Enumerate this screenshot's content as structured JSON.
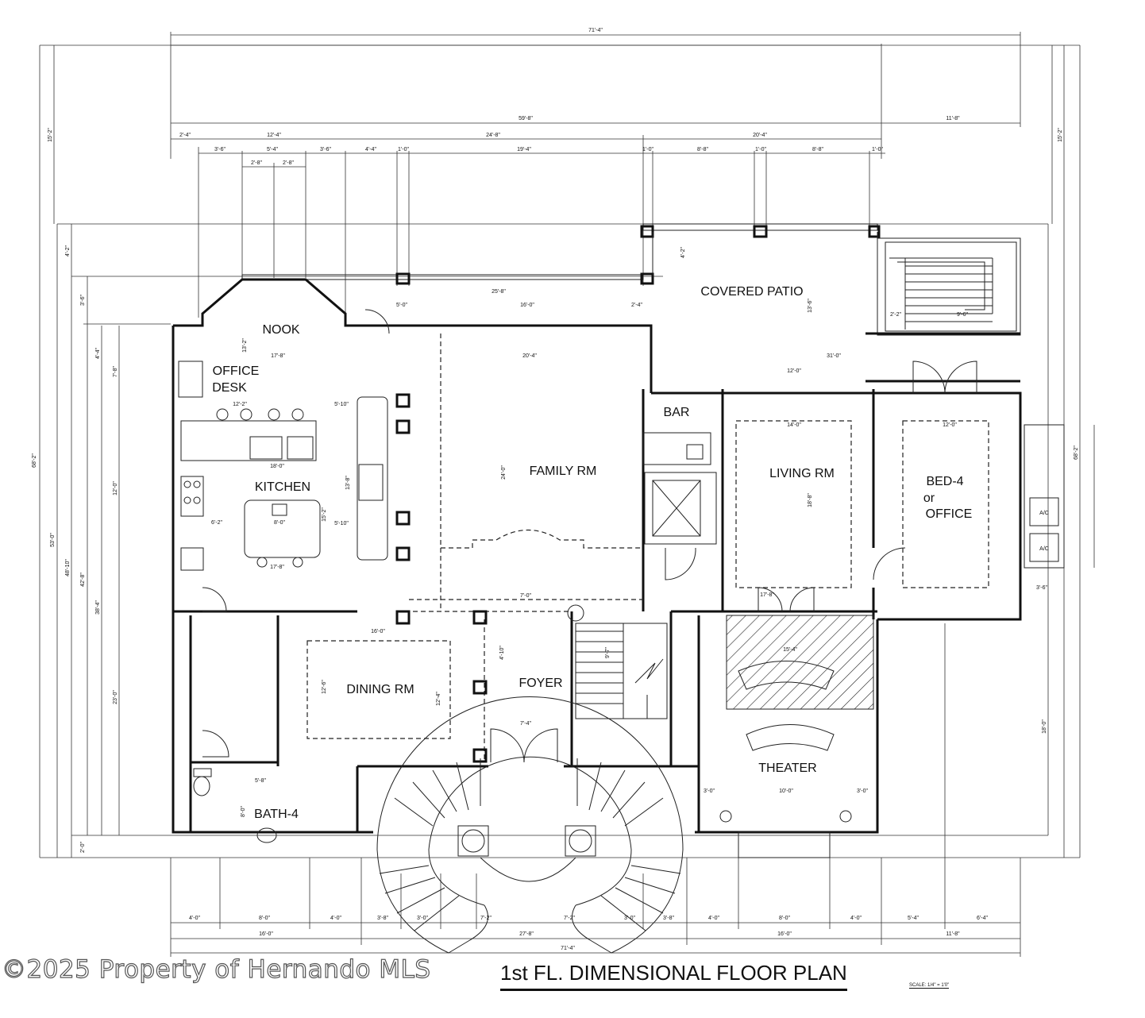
{
  "drawing": {
    "title": "1st FL. DIMENSIONAL FLOOR PLAN",
    "scale": "SCALE: 1/4\" = 1'0\"",
    "watermark": "©2025 Property of Hernando MLS"
  },
  "rooms": {
    "covered_patio": "COVERED PATIO",
    "nook": "NOOK",
    "office_desk_line1": "OFFICE",
    "office_desk_line2": "DESK",
    "kitchen": "KITCHEN",
    "family_rm": "FAMILY RM",
    "bar": "BAR",
    "living_rm": "LIVING RM",
    "bed4_line1": "BED-4",
    "bed4_line2": "or",
    "bed4_line3": "OFFICE",
    "dining_rm": "DINING RM",
    "foyer": "FOYER",
    "theater": "THEATER",
    "bath4": "BATH-4"
  },
  "dimensions": {
    "overall_width_top": "71'-4\"",
    "overall_width_bottom": "71'-4\"",
    "patio_span": "59'-8\"",
    "right_wing": "11'-8\"",
    "top_a": "2'-4\"",
    "top_b": "12'-4\"",
    "top_c": "24'-8\"",
    "top_d": "20'-4\"",
    "top_e": "3'-6\"",
    "top_f": "5'-4\"",
    "top_g": "3'-6\"",
    "top_h": "4'-4\"",
    "top_i": "1'-0\"",
    "top_j": "19'-4\"",
    "top_k": "1'-0\"",
    "top_l": "8'-8\"",
    "top_m": "1'-0\"",
    "top_n": "8'-8\"",
    "top_o": "1'-0\"",
    "top_p": "2'-8\"",
    "top_q": "2'-8\"",
    "overall_depth_left": "68'-2\"",
    "overall_depth_right": "68'-2\"",
    "left_15_2": "15'-2\"",
    "right_15_2": "15'-2\"",
    "left_53": "53'-0\"",
    "left_48_10": "48'-10\"",
    "left_42_8": "42'-8\"",
    "left_38_4": "38'-4\"",
    "left_23": "23'-0\"",
    "left_12": "12'-0\"",
    "left_7_8": "7'-8\"",
    "left_4_4": "4'-4\"",
    "left_4_2": "4'-2\"",
    "left_3_6": "3'-6\"",
    "left_2_0": "2'-0\"",
    "nook_25_8": "25'-8\"",
    "nook_17_8": "17'-8\"",
    "nook_13_2": "13'-2\"",
    "family_20_4": "20'-4\"",
    "family_24": "24'-0\"",
    "family_16": "16'-0\"",
    "family_5": "5'-0\"",
    "family_2_4": "2'-4\"",
    "patio_31": "31'-0\"",
    "patio_13_6": "13'-6\"",
    "patio_4_2": "4'-2\"",
    "living_14": "14'-0\"",
    "living_18_8": "18'-8\"",
    "living_12": "12'-0\"",
    "living_17_8": "17'-8\"",
    "bed_12": "12'-0\"",
    "bed_3_6": "3'-6\"",
    "stair_9_6": "9'-6\"",
    "stair_2_2": "2'-2\"",
    "kitchen_12_2": "12'-2\"",
    "kitchen_18": "18'-0\"",
    "kitchen_6_2": "6'-2\"",
    "kitchen_8": "8'-0\"",
    "kitchen_17_8": "17'-8\"",
    "kitchen_13_8": "13'-8\"",
    "kitchen_15_2": "15'-2\"",
    "kitchen_5_10a": "5'-10\"",
    "kitchen_5_10b": "5'-10\"",
    "dining_16": "16'-0\"",
    "dining_12_6": "12'-6\"",
    "dining_12_4": "12'-4\"",
    "foyer_7": "7'-0\"",
    "foyer_7_4": "7'-4\"",
    "foyer_4_10": "4'-10\"",
    "foyer_9_7": "9'-7\"",
    "theater_15_4": "15'-4\"",
    "theater_10": "10'-0\"",
    "theater_3a": "3'-0\"",
    "theater_3b": "3'-0\"",
    "theater_18": "18'-0\"",
    "bath_5_8": "5'-8\"",
    "bath_8_0": "8'-0\"",
    "bot_4a": "4'-0\"",
    "bot_8a": "8'-0\"",
    "bot_4b": "4'-0\"",
    "bot_3_8a": "3'-8\"",
    "bot_3a": "3'-0\"",
    "bot_7_2a": "7'-2\"",
    "bot_7_2b": "7'-2\"",
    "bot_3b": "3'-0\"",
    "bot_3_8b": "3'-8\"",
    "bot_4c": "4'-0\"",
    "bot_8b": "8'-0\"",
    "bot_4d": "4'-0\"",
    "bot_5_4": "5'-4\"",
    "bot_6_4": "6'-4\"",
    "bot_16a": "16'-0\"",
    "bot_27_8": "27'-8\"",
    "bot_16b": "16'-0\"",
    "bot_11_8": "11'-8\"",
    "ac_a": "A/C",
    "ac_b": "A/C"
  }
}
